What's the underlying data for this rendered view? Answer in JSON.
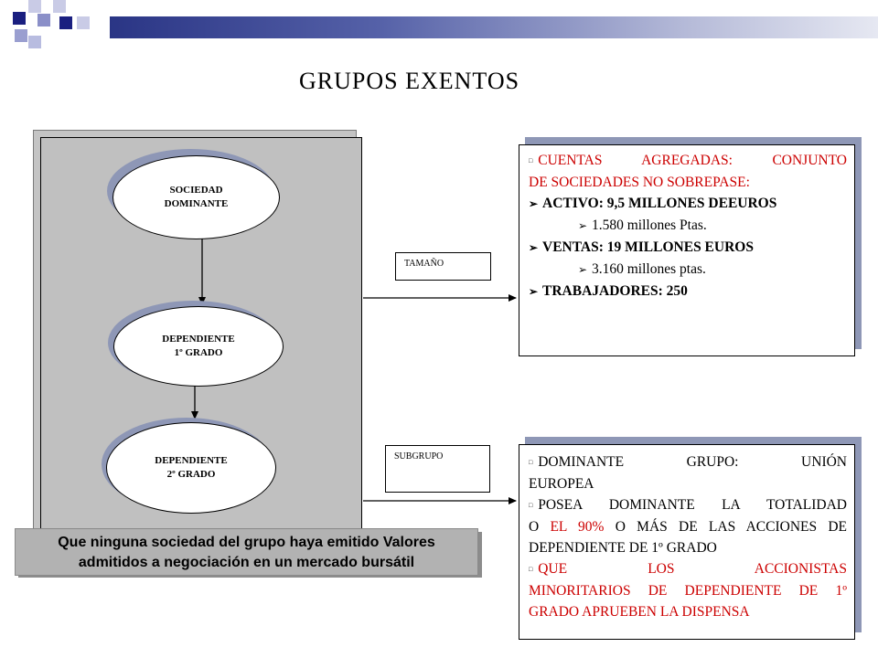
{
  "title": "GRUPOS EXENTOS",
  "nodes": {
    "dominante": [
      "SOCIEDAD",
      "DOMINANTE"
    ],
    "dep1": [
      "DEPENDIENTE",
      "1º GRADO"
    ],
    "dep2": [
      "DEPENDIENTE",
      "2º GRADO"
    ]
  },
  "labels": {
    "tamano": "TAMAÑO",
    "subgrupo": "SUBGRUPO"
  },
  "box_top": {
    "intro_l1": "CUENTAS AGREGADAS: CONJUNTO",
    "intro_l2": "DE SOCIEDADES NO SOBREPASE:",
    "activo": "ACTIVO: 9,5 MILLONES DEEUROS",
    "activo_ptas": "1.580 millones Ptas.",
    "ventas": "VENTAS: 19 MILLONES EUROS",
    "ventas_ptas": "3.160 millones ptas.",
    "trabajadores": "TRABAJADORES: 250"
  },
  "box_bottom": {
    "item1_l1": "DOMINANTE GRUPO: UNIÓN",
    "item1_l2": "EUROPEA",
    "item2_l1": "POSEA DOMINANTE LA TOTALIDAD",
    "item2_l2a": "O",
    "item2_l2red": "EL 90%",
    "item2_l2b": "O MÁS DE LAS ACCIONES DE",
    "item2_l3": "DEPENDIENTE DE 1º GRADO",
    "item3_l1": "QUE LOS ACCIONISTAS",
    "item3_l2": "MINORITARIOS DE DEPENDIENTE DE 1º",
    "item3_l3": "GRADO APRUEBEN LA DISPENSA"
  },
  "banner": {
    "line1": "Que ninguna sociedad del grupo haya emitido Valores",
    "line2": "admitidos a negociación en un mercado bursátil"
  },
  "colors": {
    "header_dark": "#1c2a80",
    "accent_red": "#cc0000",
    "panel_gray": "#c0c0c0",
    "banner_gray": "#b2b2b2"
  }
}
